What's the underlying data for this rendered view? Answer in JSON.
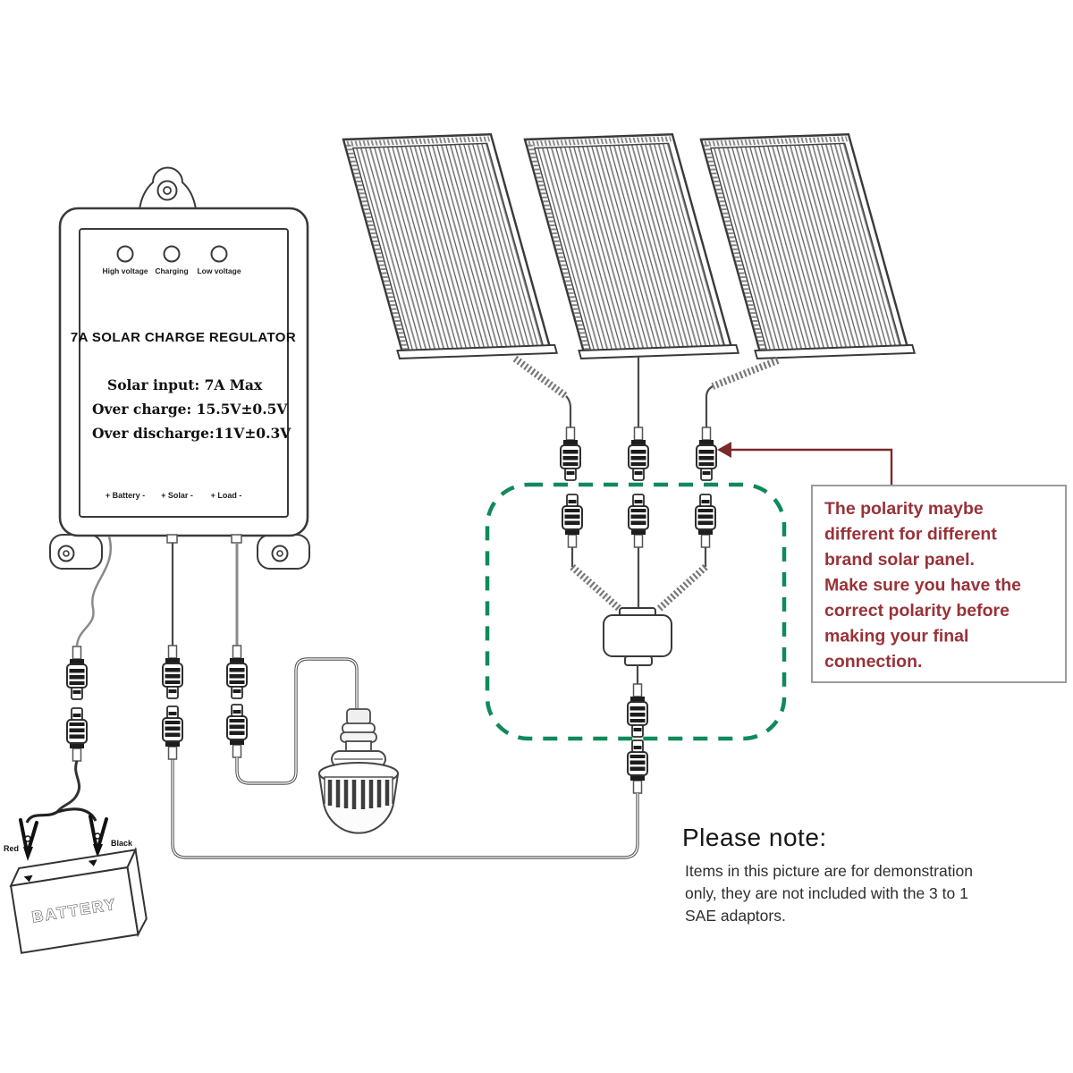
{
  "regulator": {
    "title": "7A SOLAR CHARGE REGULATOR",
    "leds": [
      {
        "label": "High voltage"
      },
      {
        "label": "Charging"
      },
      {
        "label": "Low voltage"
      }
    ],
    "specs": [
      "Solar input: 7A Max",
      "Over charge: 15.5V±0.5V",
      "Over discharge:11V±0.3V"
    ],
    "terminals": [
      "+ Battery -",
      "+ Solar -",
      "+ Load -"
    ]
  },
  "battery": {
    "label": "BATTERY",
    "red_clip_label": "Red",
    "black_clip_label": "Black"
  },
  "polarity_note": {
    "lines": [
      "The polarity maybe",
      "different for different",
      "brand solar panel.",
      "Make sure you have the",
      "correct polarity before",
      "making your final",
      "connection."
    ]
  },
  "please_note": {
    "heading": "Please note:",
    "lines": [
      "Items in this picture are for demonstration",
      "only, they are not included with the 3 to 1",
      "SAE adaptors."
    ]
  },
  "colors": {
    "line": "#3f3f3f",
    "green_dash": "#0f8a5a",
    "annotation_red": "#993238",
    "arrow_red": "#7c2a2a",
    "box_border": "#9b9b9b"
  }
}
